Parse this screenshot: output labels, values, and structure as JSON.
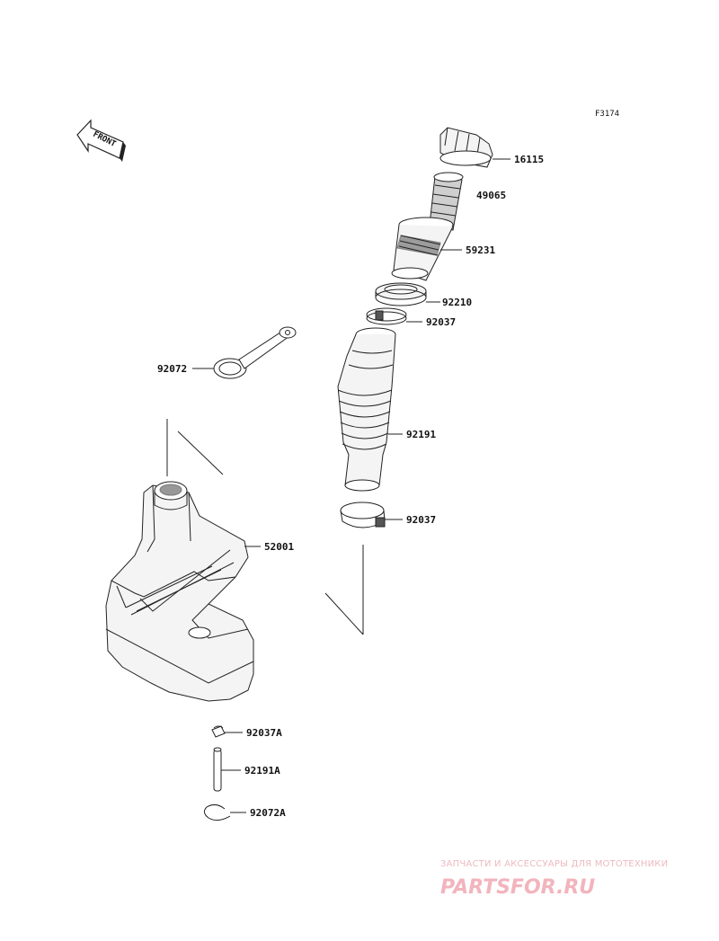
{
  "figure_code": "F3174",
  "front_arrow": {
    "label": "FRONT",
    "icon": "front-direction-arrow-icon"
  },
  "parts": [
    {
      "id": "cap",
      "number": "16115"
    },
    {
      "id": "filter",
      "number": "49065"
    },
    {
      "id": "filler-neck",
      "number": "59231"
    },
    {
      "id": "nut",
      "number": "92210"
    },
    {
      "id": "clamp-upper",
      "number": "92037"
    },
    {
      "id": "strap",
      "number": "92072"
    },
    {
      "id": "hose",
      "number": "92191"
    },
    {
      "id": "clamp-lower",
      "number": "92037"
    },
    {
      "id": "tank",
      "number": "52001"
    },
    {
      "id": "clip",
      "number": "92037A"
    },
    {
      "id": "breather-tube",
      "number": "92191A"
    },
    {
      "id": "band",
      "number": "92072A"
    }
  ],
  "watermark": {
    "subtitle": "ЗАПЧАСТИ И АКСЕССУАРЫ ДЛЯ МОТОТЕХНИКИ",
    "brand": "PARTSFOR.RU",
    "color": "#f0a8b2"
  }
}
